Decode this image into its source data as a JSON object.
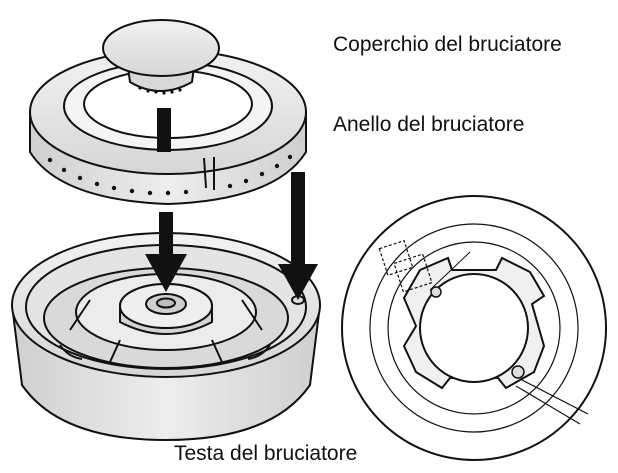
{
  "labels": {
    "cap": "Coperchio del bruciatore",
    "ring": "Anello del bruciatore",
    "head": "Testa del bruciatore"
  },
  "colors": {
    "line": "#111111",
    "face": "#e9e9e9",
    "shade": "#d2d2d2",
    "dark": "#bdbdbd",
    "arrow": "#111111"
  }
}
